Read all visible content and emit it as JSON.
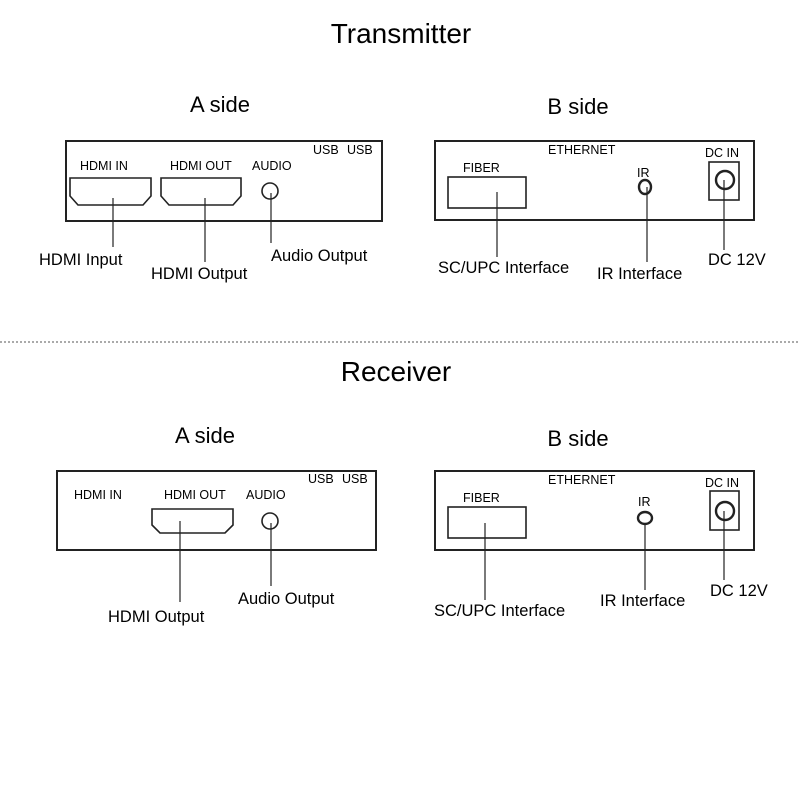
{
  "transmitter": {
    "title": "Transmitter",
    "a_side": {
      "heading": "A side",
      "usb_label_1": "USB",
      "usb_label_2": "USB",
      "hdmi_in_label": "HDMI IN",
      "hdmi_out_label": "HDMI OUT",
      "audio_label": "AUDIO",
      "callouts": {
        "hdmi_input": "HDMI Input",
        "hdmi_output": "HDMI Output",
        "audio_output": "Audio Output"
      }
    },
    "b_side": {
      "heading": "B side",
      "ethernet_label": "ETHERNET",
      "fiber_label": "FIBER",
      "ir_label": "IR",
      "dc_in_label": "DC IN",
      "callouts": {
        "sc_upc": "SC/UPC Interface",
        "ir_interface": "IR Interface",
        "dc_12v": "DC 12V"
      }
    }
  },
  "receiver": {
    "title": "Receiver",
    "a_side": {
      "heading": "A side",
      "usb_label_1": "USB",
      "usb_label_2": "USB",
      "hdmi_in_label": "HDMI IN",
      "hdmi_out_label": "HDMI OUT",
      "audio_label": "AUDIO",
      "callouts": {
        "hdmi_output": "HDMI Output",
        "audio_output": "Audio Output"
      }
    },
    "b_side": {
      "heading": "B side",
      "ethernet_label": "ETHERNET",
      "fiber_label": "FIBER",
      "ir_label": "IR",
      "dc_in_label": "DC IN",
      "callouts": {
        "sc_upc": "SC/UPC Interface",
        "ir_interface": "IR Interface",
        "dc_12v": "DC 12V"
      }
    }
  }
}
